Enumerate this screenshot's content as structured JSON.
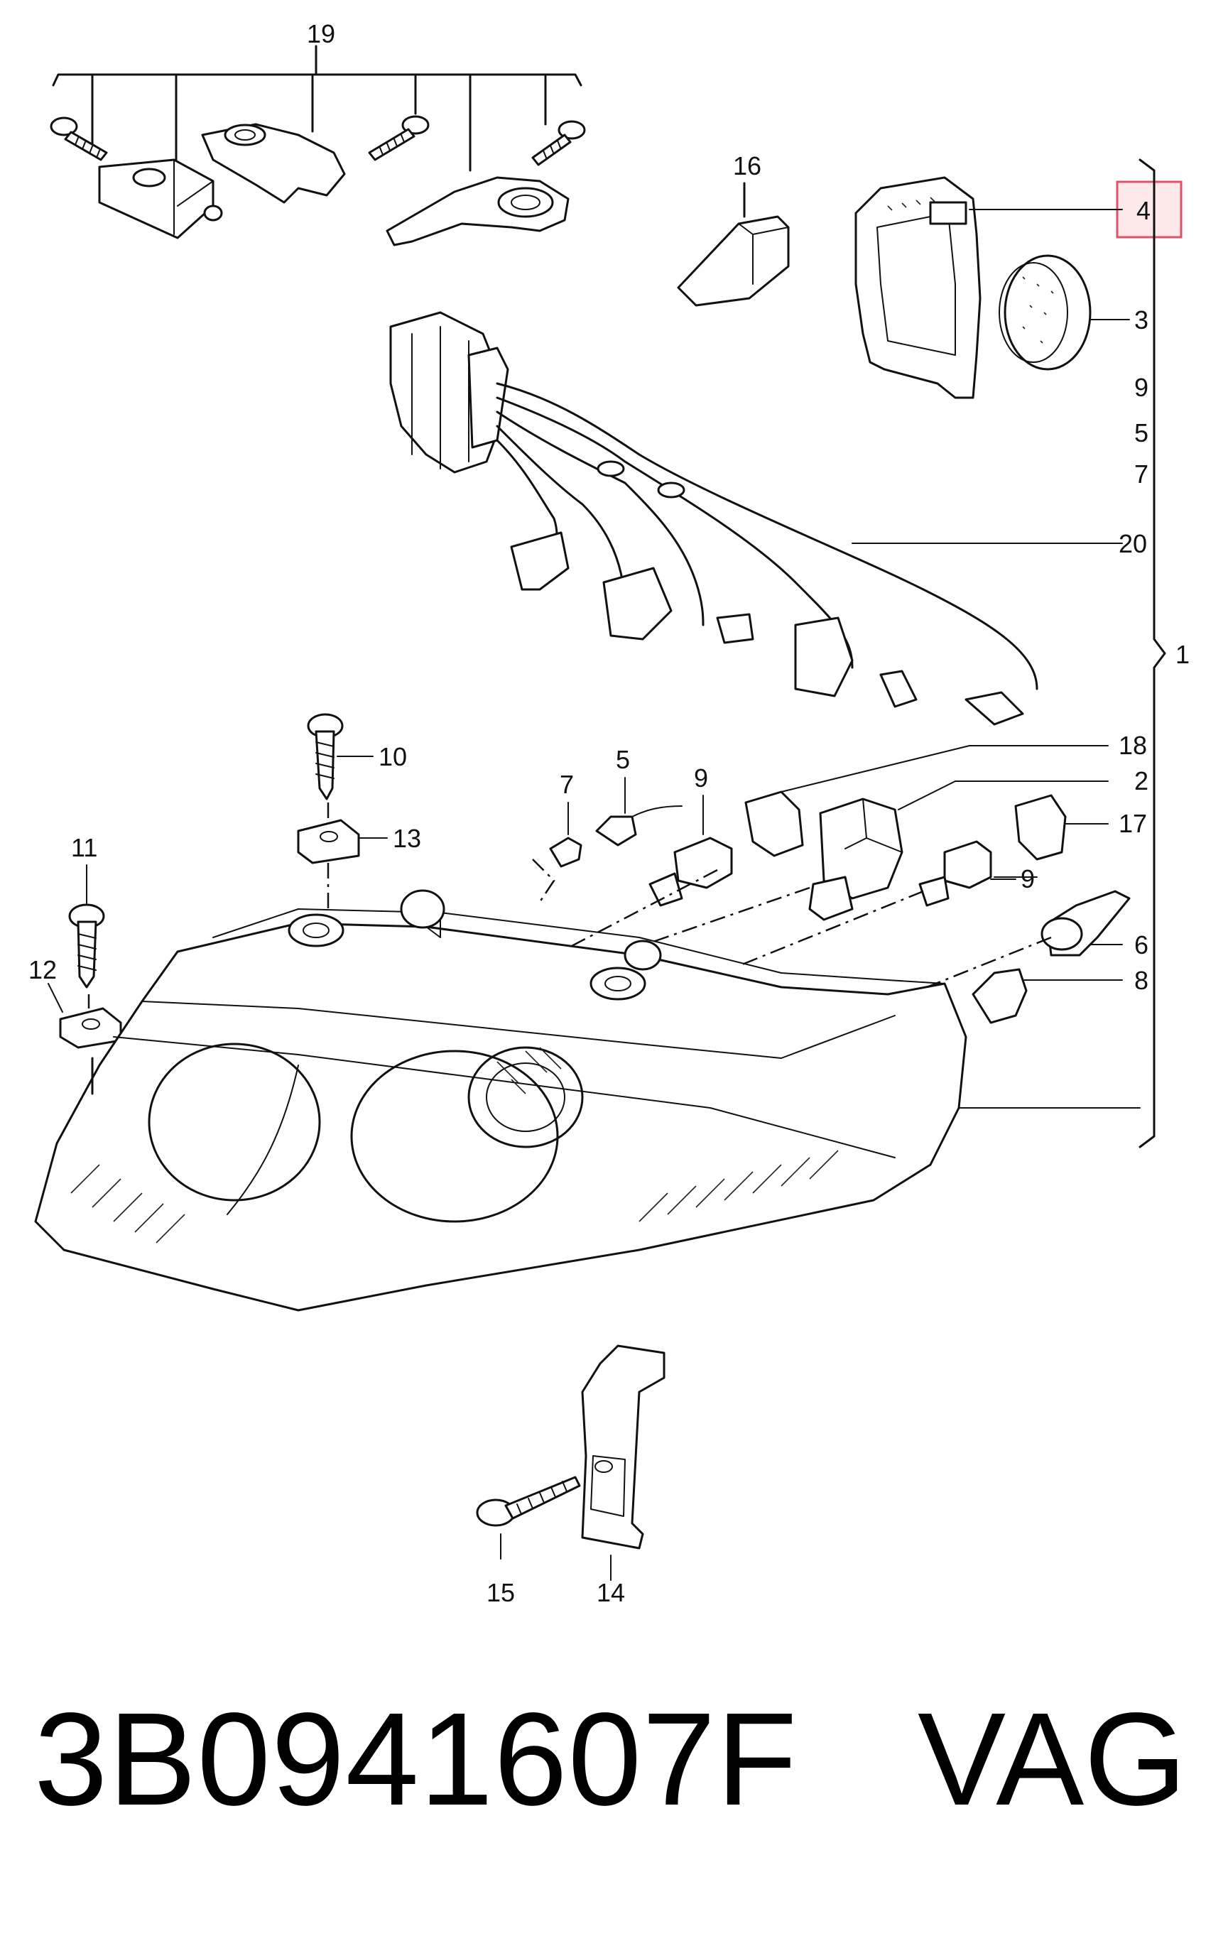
{
  "callouts": {
    "c1": "1",
    "c2": "2",
    "c3": "3",
    "c4": "4",
    "c5a": "5",
    "c5b": "5",
    "c6": "6",
    "c7a": "7",
    "c7b": "7",
    "c8": "8",
    "c9a": "9",
    "c9b": "9",
    "c9c": "9",
    "c10": "10",
    "c11": "11",
    "c12": "12",
    "c13": "13",
    "c14": "14",
    "c15": "15",
    "c16": "16",
    "c17": "17",
    "c18": "18",
    "c19": "19",
    "c20": "20"
  },
  "footer": {
    "part_number": "3B0941607F",
    "brand": "VAG"
  },
  "colors": {
    "highlight_fill": "#fde8ea",
    "highlight_stroke": "#e0506a",
    "line": "#111111"
  }
}
